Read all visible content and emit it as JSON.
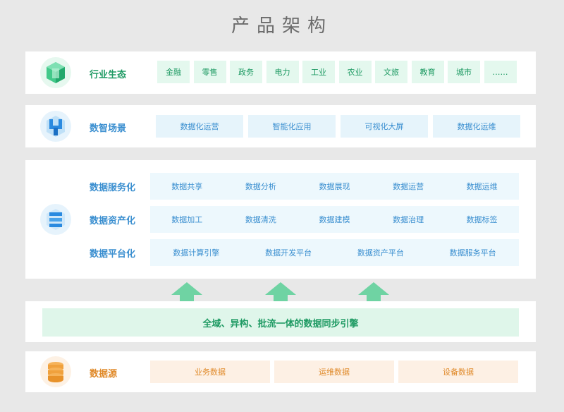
{
  "title": "产品架构",
  "industry": {
    "label": "行业生态",
    "items": [
      "金融",
      "零售",
      "政务",
      "电力",
      "工业",
      "农业",
      "文旅",
      "教育",
      "城市",
      "……"
    ]
  },
  "scenario": {
    "label": "数智场景",
    "items": [
      "数据化运营",
      "智能化应用",
      "可视化大屏",
      "数据化运维"
    ]
  },
  "platform": {
    "rows": [
      {
        "label": "数据服务化",
        "items": [
          "数据共享",
          "数据分析",
          "数据展现",
          "数据运营",
          "数据运维"
        ]
      },
      {
        "label": "数据资产化",
        "items": [
          "数据加工",
          "数据清洗",
          "数据建模",
          "数据治理",
          "数据标签"
        ]
      },
      {
        "label": "数据平台化",
        "items": [
          "数据计算引擎",
          "数据开发平台",
          "数据资产平台",
          "数据服务平台"
        ]
      }
    ]
  },
  "sync": {
    "label": "全域、异构、批流一体的数据同步引擎"
  },
  "source": {
    "label": "数据源",
    "items": [
      "业务数据",
      "运维数据",
      "设备数据"
    ]
  },
  "colors": {
    "green": "#1e9a63",
    "blue": "#3b8fd0",
    "orange": "#e08a2a",
    "arrow": "#6fd3a3"
  },
  "icons": [
    "cube-green-icon",
    "funnel-blue-icon",
    "stack-blue-icon",
    "database-orange-icon",
    "up-arrow-icon"
  ]
}
